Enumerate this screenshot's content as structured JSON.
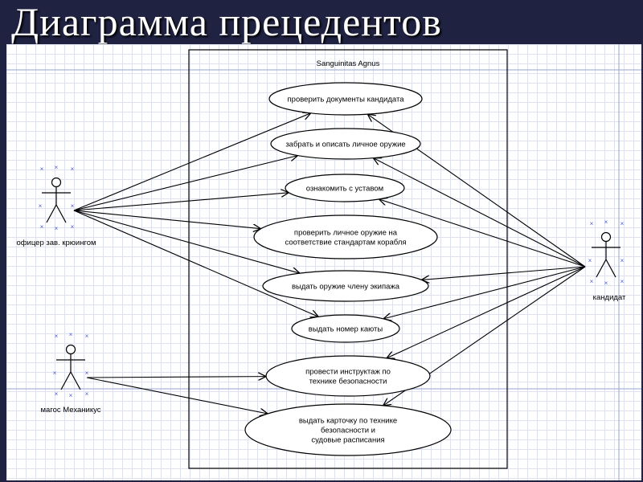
{
  "title": "Диаграмма прецедентов",
  "system": {
    "name": "Sanguinitas Agnus"
  },
  "actors": [
    {
      "id": "officer",
      "label": "офицер зав. крюингом"
    },
    {
      "id": "candidate",
      "label": "кандидат"
    },
    {
      "id": "magos",
      "label": "магос Механикус"
    }
  ],
  "use_cases": [
    {
      "id": "uc1",
      "lines": [
        "проверить документы кандидата"
      ]
    },
    {
      "id": "uc2",
      "lines": [
        "забрать и описать личное оружие"
      ]
    },
    {
      "id": "uc3",
      "lines": [
        "ознакомить с уставом"
      ]
    },
    {
      "id": "uc4",
      "lines": [
        "проверить личное оружие на",
        "соответствие стандартам корабля"
      ]
    },
    {
      "id": "uc5",
      "lines": [
        "выдать оружие члену экипажа"
      ]
    },
    {
      "id": "uc6",
      "lines": [
        "выдать номер каюты"
      ]
    },
    {
      "id": "uc7",
      "lines": [
        "провести инструктаж по",
        "технике безопасности"
      ]
    },
    {
      "id": "uc8",
      "lines": [
        "выдать карточку по технике",
        "безопасности и",
        "судовые расписания"
      ]
    }
  ],
  "associations": [
    {
      "from": "officer",
      "to": "uc1"
    },
    {
      "from": "officer",
      "to": "uc2"
    },
    {
      "from": "officer",
      "to": "uc3"
    },
    {
      "from": "officer",
      "to": "uc4"
    },
    {
      "from": "officer",
      "to": "uc5"
    },
    {
      "from": "officer",
      "to": "uc6"
    },
    {
      "from": "candidate",
      "to": "uc1"
    },
    {
      "from": "candidate",
      "to": "uc2"
    },
    {
      "from": "candidate",
      "to": "uc3"
    },
    {
      "from": "candidate",
      "to": "uc5"
    },
    {
      "from": "candidate",
      "to": "uc6"
    },
    {
      "from": "candidate",
      "to": "uc7"
    },
    {
      "from": "candidate",
      "to": "uc8"
    },
    {
      "from": "magos",
      "to": "uc7"
    },
    {
      "from": "magos",
      "to": "uc8"
    }
  ]
}
